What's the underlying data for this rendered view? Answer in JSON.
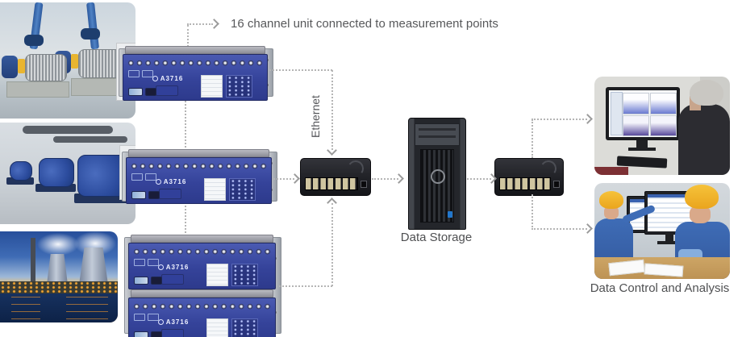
{
  "diagram": {
    "top_note": "16 channel unit connected to measurement points",
    "ethernet_label": "Ethernet",
    "storage_label": "Data Storage",
    "analysis_label": "Data Control and Analysis"
  },
  "device": {
    "model": "A3716",
    "channel_count": 16,
    "unit_count": 4
  },
  "colors": {
    "dotted_line": "#b5b5b5",
    "label_text": "#58595b",
    "device_panel_blue": "#35439a",
    "switch_body": "#232429",
    "server_body": "#24262b",
    "helmet_yellow": "#f2b62b"
  }
}
